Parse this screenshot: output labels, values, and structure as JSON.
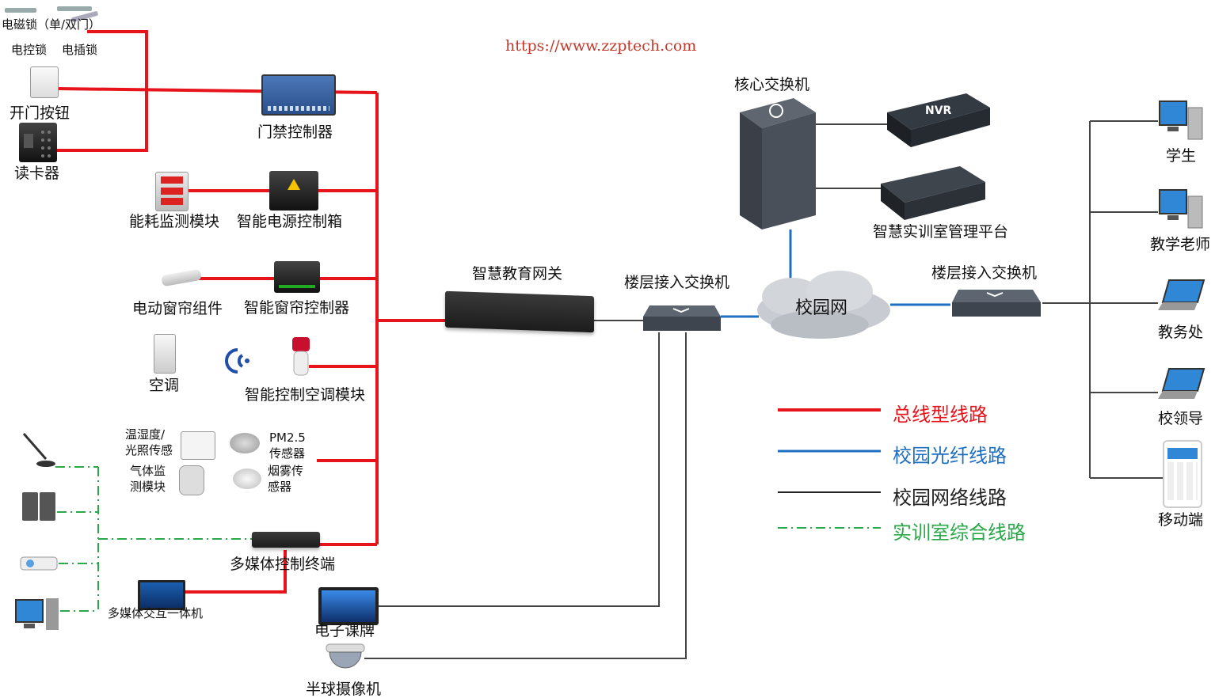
{
  "url": "https://www.zzptech.com",
  "left_devices": {
    "lock_header": "电磁锁（单/双门）",
    "electric_lock": "电控锁",
    "plug_lock": "电插锁",
    "open_button": "开门按钮",
    "card_reader": "读卡器",
    "access_controller": "门禁控制器",
    "energy_module": "能耗监测模块",
    "power_box": "智能电源控制箱",
    "curtain_component": "电动窗帘组件",
    "curtain_controller": "智能窗帘控制器",
    "air_conditioner": "空调",
    "ac_module": "智能控制空调模块",
    "temp_sensor": "温湿度/\n光照传感",
    "pm25_sensor": "PM2.5\n传感器",
    "gas_module": "气体监\n测模块",
    "smoke_sensor": "烟雾传\n感器",
    "multimedia_terminal": "多媒体控制终端",
    "multimedia_panel": "多媒体交互一体机",
    "e_class_board": "电子课牌",
    "dome_camera": "半球摄像机"
  },
  "center_devices": {
    "gateway": "智慧教育网关",
    "floor_switch_left": "楼层接入交换机",
    "core_switch": "核心交换机",
    "nvr": "NVR",
    "nvr_label": "NVR",
    "platform": "智慧实训室管理平台",
    "campus_net": "校园网",
    "floor_switch_right": "楼层接入交换机"
  },
  "right_users": {
    "student": "学生",
    "teacher": "教学老师",
    "office": "教务处",
    "leader": "校领导",
    "mobile": "移动端"
  },
  "legend": [
    {
      "label": "总线型线路",
      "color": "#e8141b",
      "style": "solid"
    },
    {
      "label": "校园光纤线路",
      "color": "#1f6fc1",
      "style": "solid"
    },
    {
      "label": "校园网络线路",
      "color": "#222222",
      "style": "solid"
    },
    {
      "label": "实训室综合线路",
      "color": "#2aa84a",
      "style": "dashdot"
    }
  ],
  "colors": {
    "bus": "#e8141b",
    "fiber": "#1f6fc1",
    "network": "#444444",
    "combined": "#2aa84a"
  }
}
